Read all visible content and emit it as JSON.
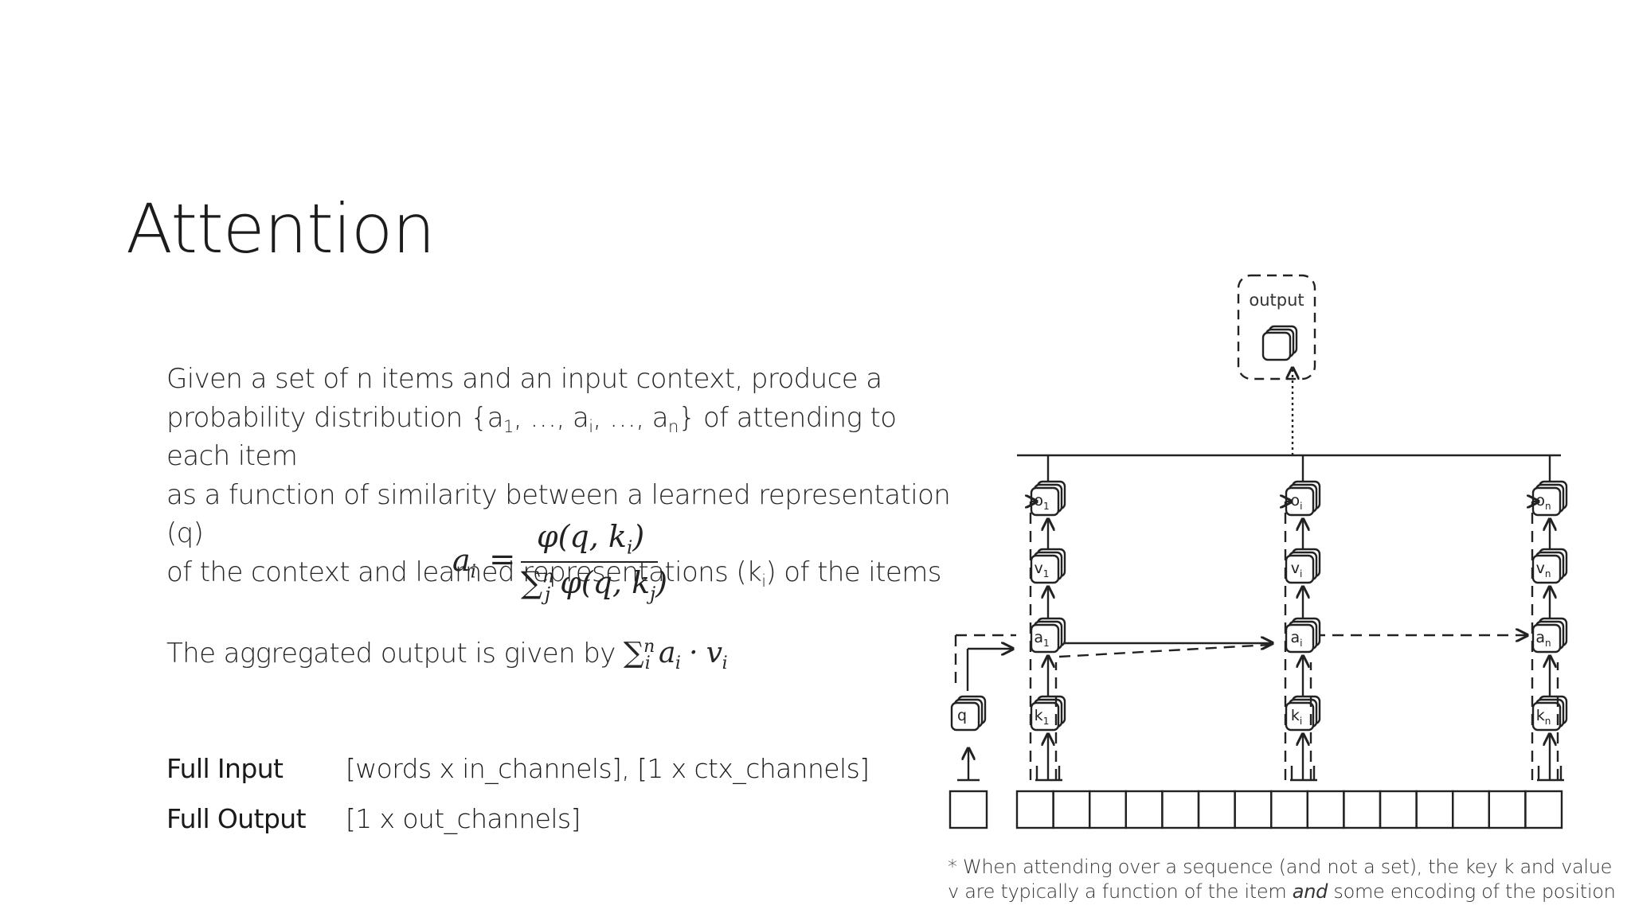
{
  "title": "Attention",
  "paragraph": {
    "line1": "Given a set of n items and an input context, produce a",
    "line2_a": "probability distribution {a",
    "line2_sub1": "1",
    "line2_b": ", …, a",
    "line2_subi": "i",
    "line2_c": ", …, a",
    "line2_subn": "n",
    "line2_d": "} of attending to each item",
    "line3": "as a function of similarity between a learned representation (q)",
    "line4_a": "of the context and learned representations (k",
    "line4_sub": "i",
    "line4_b": ") of the items"
  },
  "formula": {
    "lhs": "a",
    "lhs_sub": "i",
    "equals": "=",
    "numerator": "φ(q, k",
    "numerator_sub": "i",
    "numerator_close": ")",
    "denominator_sum": "∑",
    "denominator_sup": "n",
    "denominator_sub": "j",
    "denominator_body": " φ(q, k",
    "denominator_body_sub": "j",
    "denominator_close": ")"
  },
  "aggregate": {
    "text": "The aggregated output is given by ",
    "sum": "∑",
    "sup": "n",
    "sub": "i",
    "a": " a",
    "a_sub": "i",
    "dot": " · v",
    "v_sub": "i"
  },
  "specs": {
    "input_label": "Full Input",
    "input_value": "[words x in_channels], [1 x ctx_channels]",
    "output_label": "Full Output",
    "output_value": "[1 x out_channels]"
  },
  "diagram": {
    "output_label": "output",
    "q_label": "q",
    "o_labels": [
      "o",
      "o",
      "o"
    ],
    "v_labels": [
      "v",
      "v",
      "v"
    ],
    "a_labels": [
      "a",
      "a",
      "a"
    ],
    "k_labels": [
      "k",
      "k",
      "k"
    ],
    "subscripts": [
      "1",
      "i",
      "n"
    ]
  },
  "footnote": {
    "line1": "* When attending over a sequence (and not a set), the key k and value",
    "line2_a": "v are typically a function of the item ",
    "line2_em": "and",
    "line2_b": " some encoding of the position"
  }
}
